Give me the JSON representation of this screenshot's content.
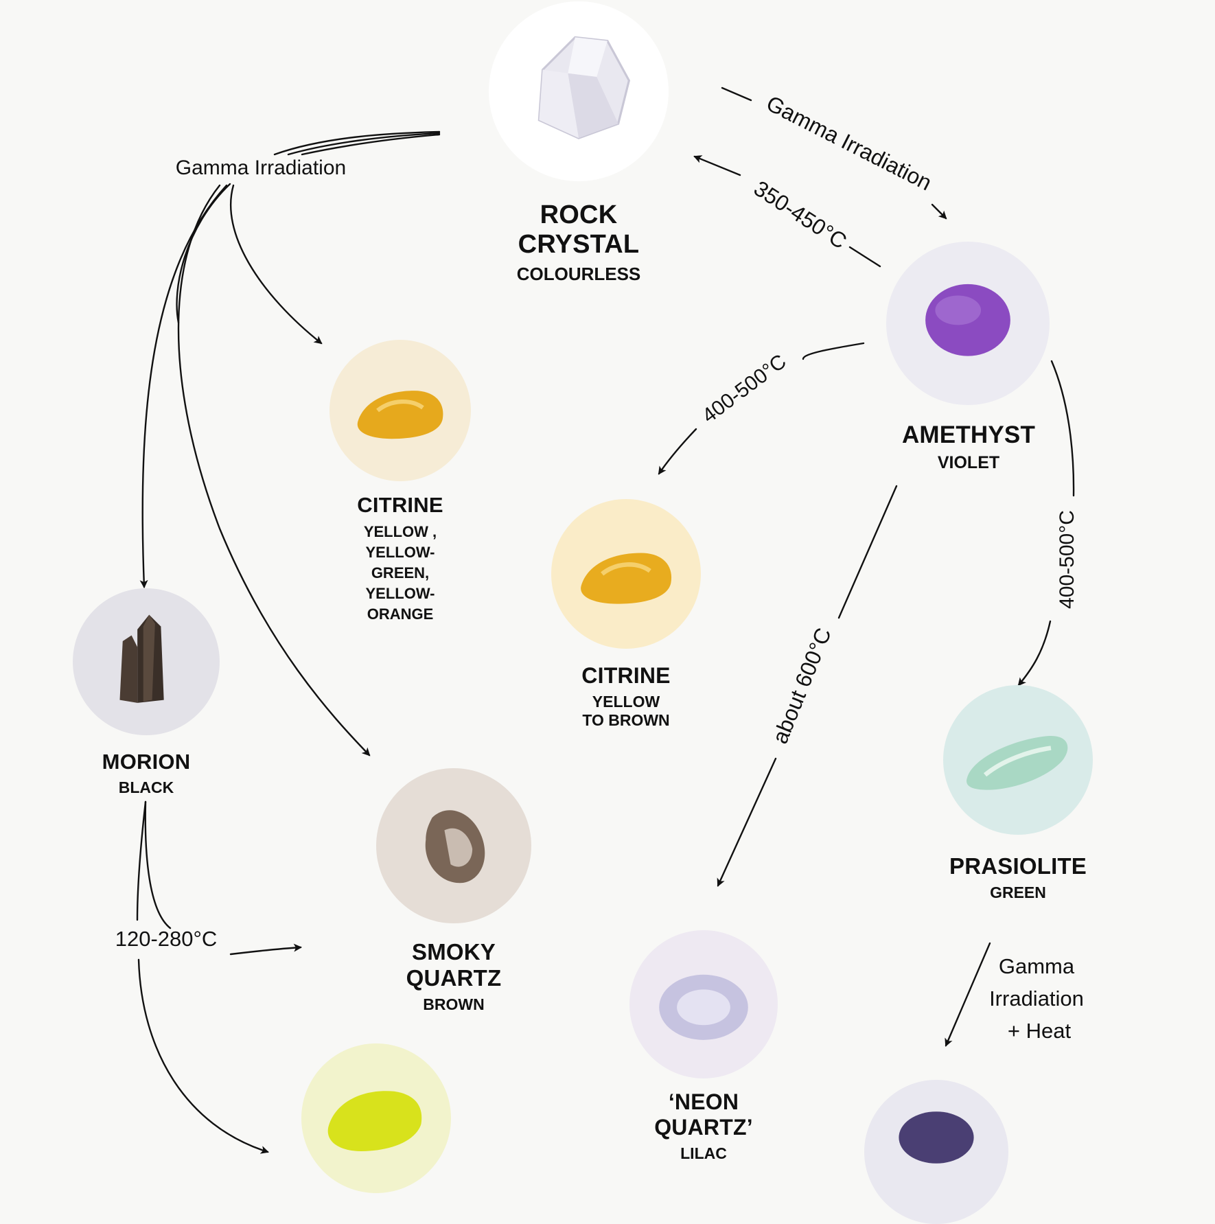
{
  "colors": {
    "background": "#f8f8f6",
    "ink": "#111111",
    "rock_crystal_bg": "#ffffff",
    "amethyst_bg": "#ecebf2",
    "citrine_bg": "#f6ecd6",
    "citrine2_bg": "#faecc8",
    "morion_bg": "#e3e2e8",
    "smoky_bg": "#e5ddd6",
    "prasiolite_bg": "#d9ebe9",
    "neon_bg": "#eee9f2",
    "lemon_bg": "#f2f3cc",
    "blue_bg": "#e9e8f0"
  },
  "nodes": {
    "rock_crystal": {
      "name": "ROCK CRYSTAL",
      "color": "COLOURLESS",
      "icon": "rock-crystal-icon"
    },
    "amethyst": {
      "name": "AMETHYST",
      "color": "VIOLET",
      "icon": "amethyst-icon"
    },
    "citrine_1": {
      "name": "CITRINE",
      "color_lines": [
        "YELLOW , YELLOW-",
        "GREEN, YELLOW-",
        "ORANGE"
      ],
      "icon": "citrine-icon"
    },
    "citrine_2": {
      "name": "CITRINE",
      "color": "YELLOW TO BROWN",
      "icon": "citrine-icon"
    },
    "morion": {
      "name": "MORION",
      "color": "BLACK",
      "icon": "morion-icon"
    },
    "smoky_quartz": {
      "name": "SMOKY QUARTZ",
      "color": "BROWN",
      "icon": "smoky-quartz-icon"
    },
    "prasiolite": {
      "name": "PRASIOLITE",
      "color": "GREEN",
      "icon": "prasiolite-icon"
    },
    "neon_quartz": {
      "name": "‘NEON QUARTZ’",
      "color": "LILAC",
      "icon": "neon-quartz-icon"
    },
    "lemon_quartz": {
      "icon": "lemon-quartz-icon"
    },
    "blue_quartz": {
      "icon": "blue-quartz-icon"
    }
  },
  "edges": {
    "gamma_left": "Gamma Irradiation",
    "gamma_right": "Gamma Irradiation",
    "rock_return": "350-450°C",
    "amethyst_citrine": "400-500°C",
    "amethyst_prasiolite": "400-500°C",
    "amethyst_neon": "about 600°C",
    "morion_heat": "120-280°C",
    "prasiolite_gamma_lines": [
      "Gamma",
      "Irradiation",
      "+ Heat"
    ]
  }
}
